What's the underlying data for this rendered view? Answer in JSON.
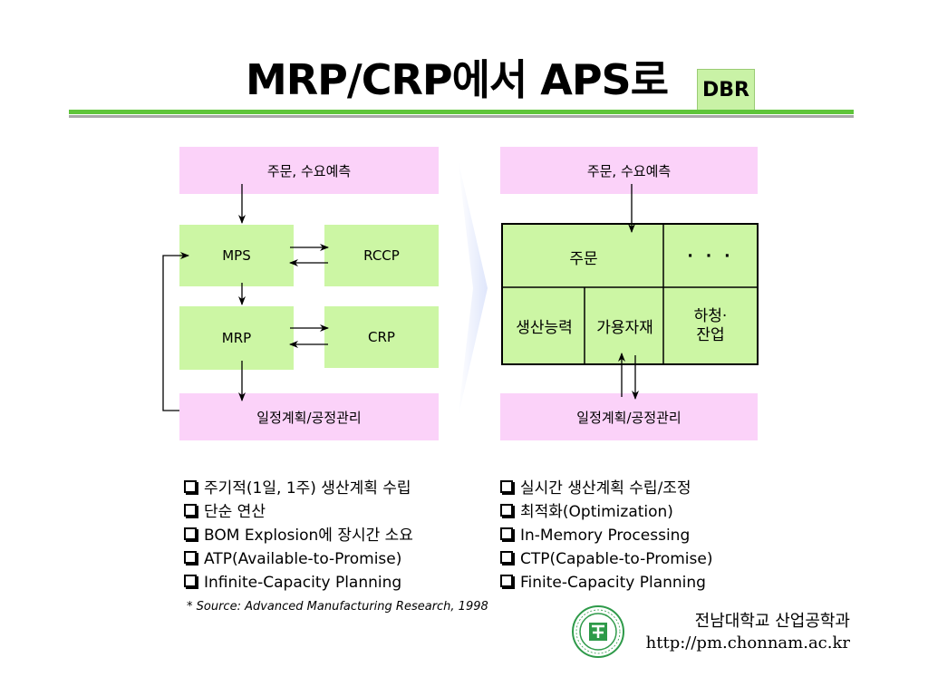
{
  "title": "MRP/CRP에서 APS로",
  "badge": "DBR",
  "left_diagram": {
    "top": "주문, 수요예측",
    "mps": "MPS",
    "rccp": "RCCP",
    "mrp": "MRP",
    "crp": "CRP",
    "bottom": "일정계획/공정관리"
  },
  "right_diagram": {
    "top": "주문, 수요예측",
    "order": "주문",
    "ellipsis": "· · ·",
    "capacity": "생산능력",
    "materials": "가용자재",
    "subcontract": "하청·\n잔업",
    "bottom": "일정계획/공정관리"
  },
  "left_notes": [
    "주기적(1일, 1주) 생산계획 수립",
    "단순 연산",
    "BOM Explosion에 장시간 소요",
    "ATP(Available-to-Promise)",
    "Infinite-Capacity Planning"
  ],
  "right_notes": [
    "실시간 생산계획 수립/조정",
    "최적화(Optimization)",
    "In-Memory Processing",
    "CTP(Capable-to-Promise)",
    "Finite-Capacity Planning"
  ],
  "source": "* Source: Advanced Manufacturing Research, 1998",
  "university": {
    "name": "전남대학교 산업공학과",
    "url": "http://pm.chonnam.ac.kr"
  },
  "colors": {
    "pink": "#fbd2f9",
    "green": "#ccf6a4",
    "rule": "#5fc53a"
  }
}
